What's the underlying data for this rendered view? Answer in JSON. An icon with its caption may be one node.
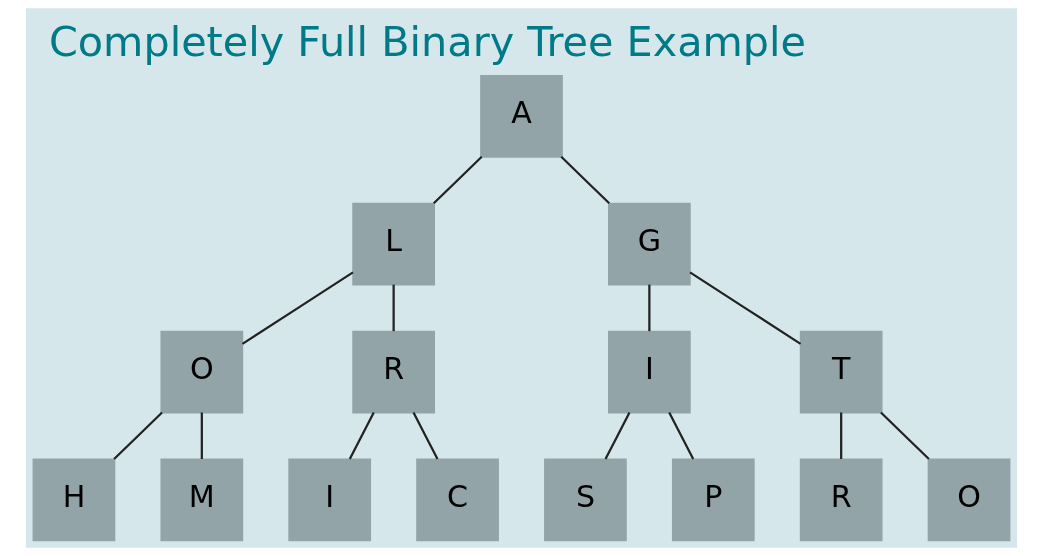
{
  "diagram": {
    "title": "Completely Full Binary Tree Example",
    "nodes": [
      {
        "text": [
          "A"
        ]
      },
      {
        "text": [
          "L"
        ]
      },
      {
        "text": [
          "G"
        ]
      },
      {
        "text": [
          "O"
        ]
      },
      {
        "text": [
          "R"
        ]
      },
      {
        "text": [
          "I"
        ]
      },
      {
        "text": [
          "T"
        ]
      },
      {
        "text": [
          "H"
        ]
      },
      {
        "text": [
          "M"
        ]
      },
      {
        "text": [
          "I"
        ]
      },
      {
        "text": [
          "C"
        ]
      },
      {
        "text": [
          "S"
        ]
      },
      {
        "text": [
          "P"
        ]
      },
      {
        "text": [
          "R"
        ]
      },
      {
        "text": [
          "O"
        ]
      }
    ],
    "edges": [
      {
        "from": 0,
        "to": 1,
        "arrow": "none"
      },
      {
        "from": 0,
        "to": 2,
        "arrow": "none"
      },
      {
        "from": 1,
        "to": 3,
        "arrow": "none"
      },
      {
        "from": 1,
        "to": 4,
        "arrow": "none"
      },
      {
        "from": 2,
        "to": 5,
        "arrow": "none"
      },
      {
        "from": 2,
        "to": 6,
        "arrow": "none"
      },
      {
        "from": 3,
        "to": 7,
        "arrow": "none"
      },
      {
        "from": 3,
        "to": 8,
        "arrow": "none"
      },
      {
        "from": 4,
        "to": 9,
        "arrow": "none"
      },
      {
        "from": 4,
        "to": 10,
        "arrow": "none"
      },
      {
        "from": 5,
        "to": 11,
        "arrow": "none"
      },
      {
        "from": 5,
        "to": 12,
        "arrow": "none"
      },
      {
        "from": 6,
        "to": 13,
        "arrow": "none"
      },
      {
        "from": 6,
        "to": 14,
        "arrow": "none"
      }
    ]
  }
}
